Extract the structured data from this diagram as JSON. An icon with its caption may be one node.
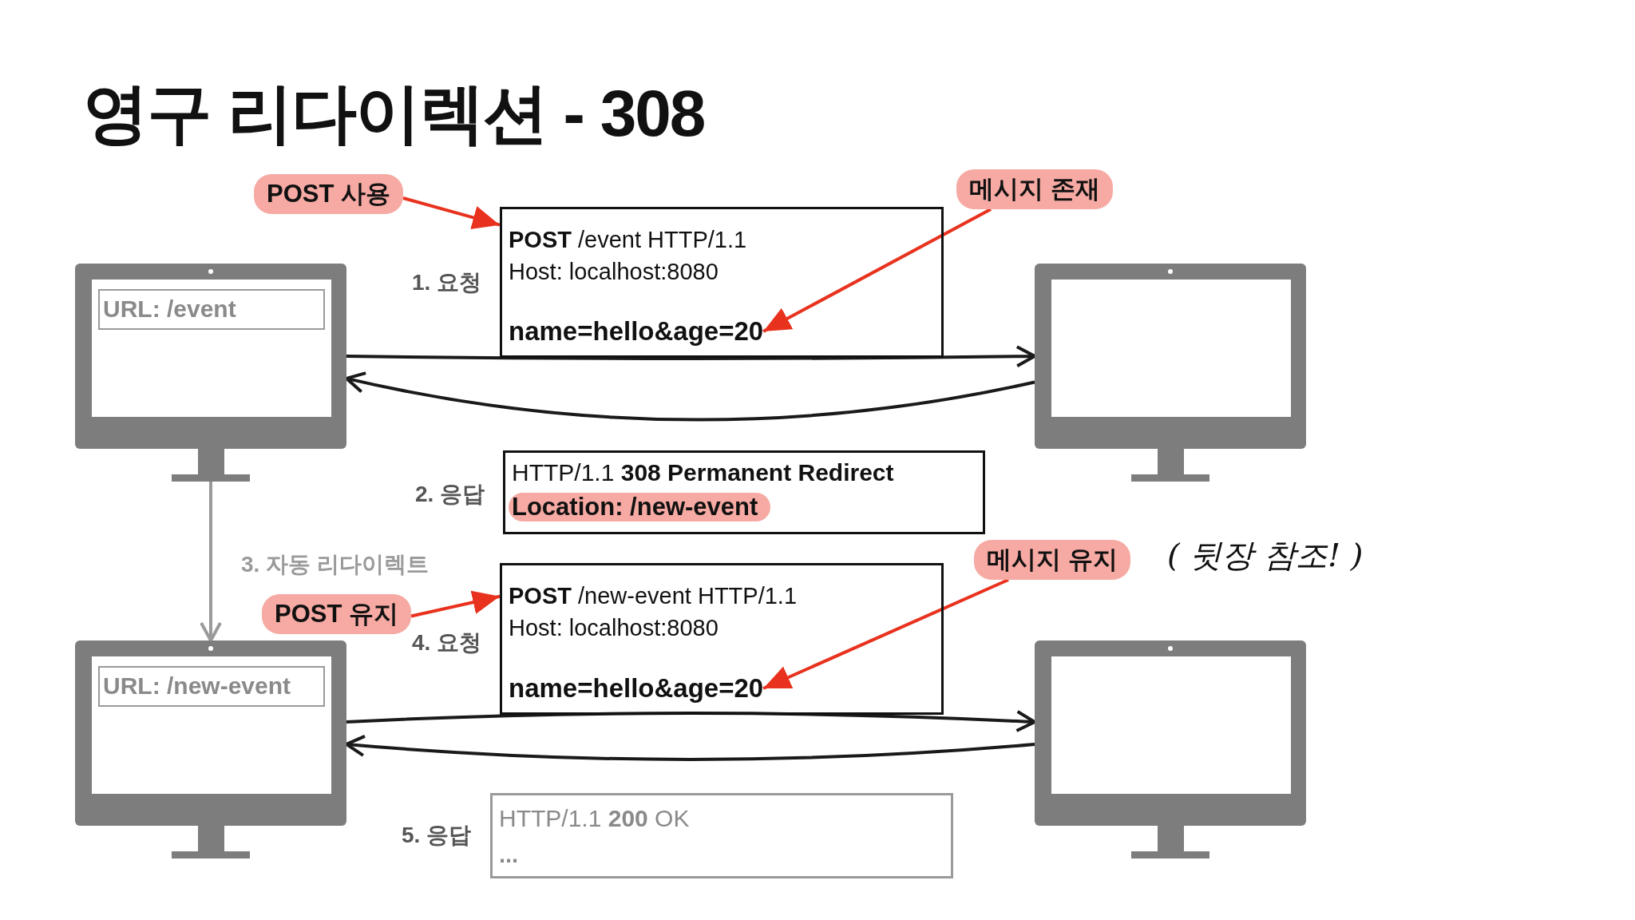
{
  "diagram": {
    "title": "영구 리다이렉션 - 308",
    "nodes": [
      {
        "text": [
          "POST 사용"
        ]
      },
      {
        "text": [
          "메시지 존재"
        ]
      },
      {
        "text": [],
        "shape": "monitor"
      },
      {
        "text": [
          "URL: /event"
        ],
        "in": 2
      },
      {
        "text": [
          "**POST** /event HTTP/1.1",
          "Host: localhost:8080"
        ],
        "beside": [
          "1. 요청"
        ]
      },
      {
        "text": [
          "name=hello&age=20"
        ],
        "in": 4
      },
      {
        "text": [],
        "shape": "monitor"
      },
      {
        "text": [
          "HTTP/1.1 **308 Permanent Redirect**",
          "Location: /new-event"
        ],
        "beside": [
          "2. 응답"
        ]
      },
      {
        "text": [
          "메시지 유지"
        ]
      },
      {
        "text": [],
        "shape": "monitor"
      },
      {
        "text": [
          "URL: /new-event"
        ],
        "in": 9
      },
      {
        "text": [
          "POST 유지"
        ]
      },
      {
        "text": [
          "**POST** /new-event HTTP/1.1",
          "Host: localhost:8080"
        ]
      },
      {
        "text": [
          "name=hello&age=20"
        ],
        "in": 12
      },
      {
        "text": [],
        "shape": "monitor"
      },
      {
        "text": [
          "HTTP/1.1 **200** OK",
          "..."
        ],
        "beside": [
          "5. 응답"
        ]
      }
    ],
    "edges": [
      {
        "from": 0,
        "to": 4,
        "arrow": "to",
        "color": "#e8321e"
      },
      {
        "from": 1,
        "to": 5,
        "arrow": "to",
        "color": "#e8321e"
      },
      {
        "from": 2,
        "to": 6,
        "arrow": "to",
        "color": "#1a1a1a"
      },
      {
        "from": 6,
        "to": 2,
        "arrow": "to",
        "color": "#1a1a1a"
      },
      {
        "from": 2,
        "to": 9,
        "arrow": "to",
        "label": "3. 자동 리다이렉트",
        "color": "#9a9a9a"
      },
      {
        "from": 11,
        "to": 12,
        "arrow": "to",
        "color": "#e8321e"
      },
      {
        "from": 8,
        "to": 13,
        "arrow": "to",
        "color": "#e8321e"
      },
      {
        "from": 9,
        "to": 14,
        "arrow": "to",
        "color": "#1a1a1a"
      },
      {
        "from": 14,
        "to": 9,
        "arrow": "to",
        "color": "#1a1a1a"
      }
    ],
    "labels": [
      "( 뒷장 참조! )",
      "4. 요청"
    ]
  }
}
